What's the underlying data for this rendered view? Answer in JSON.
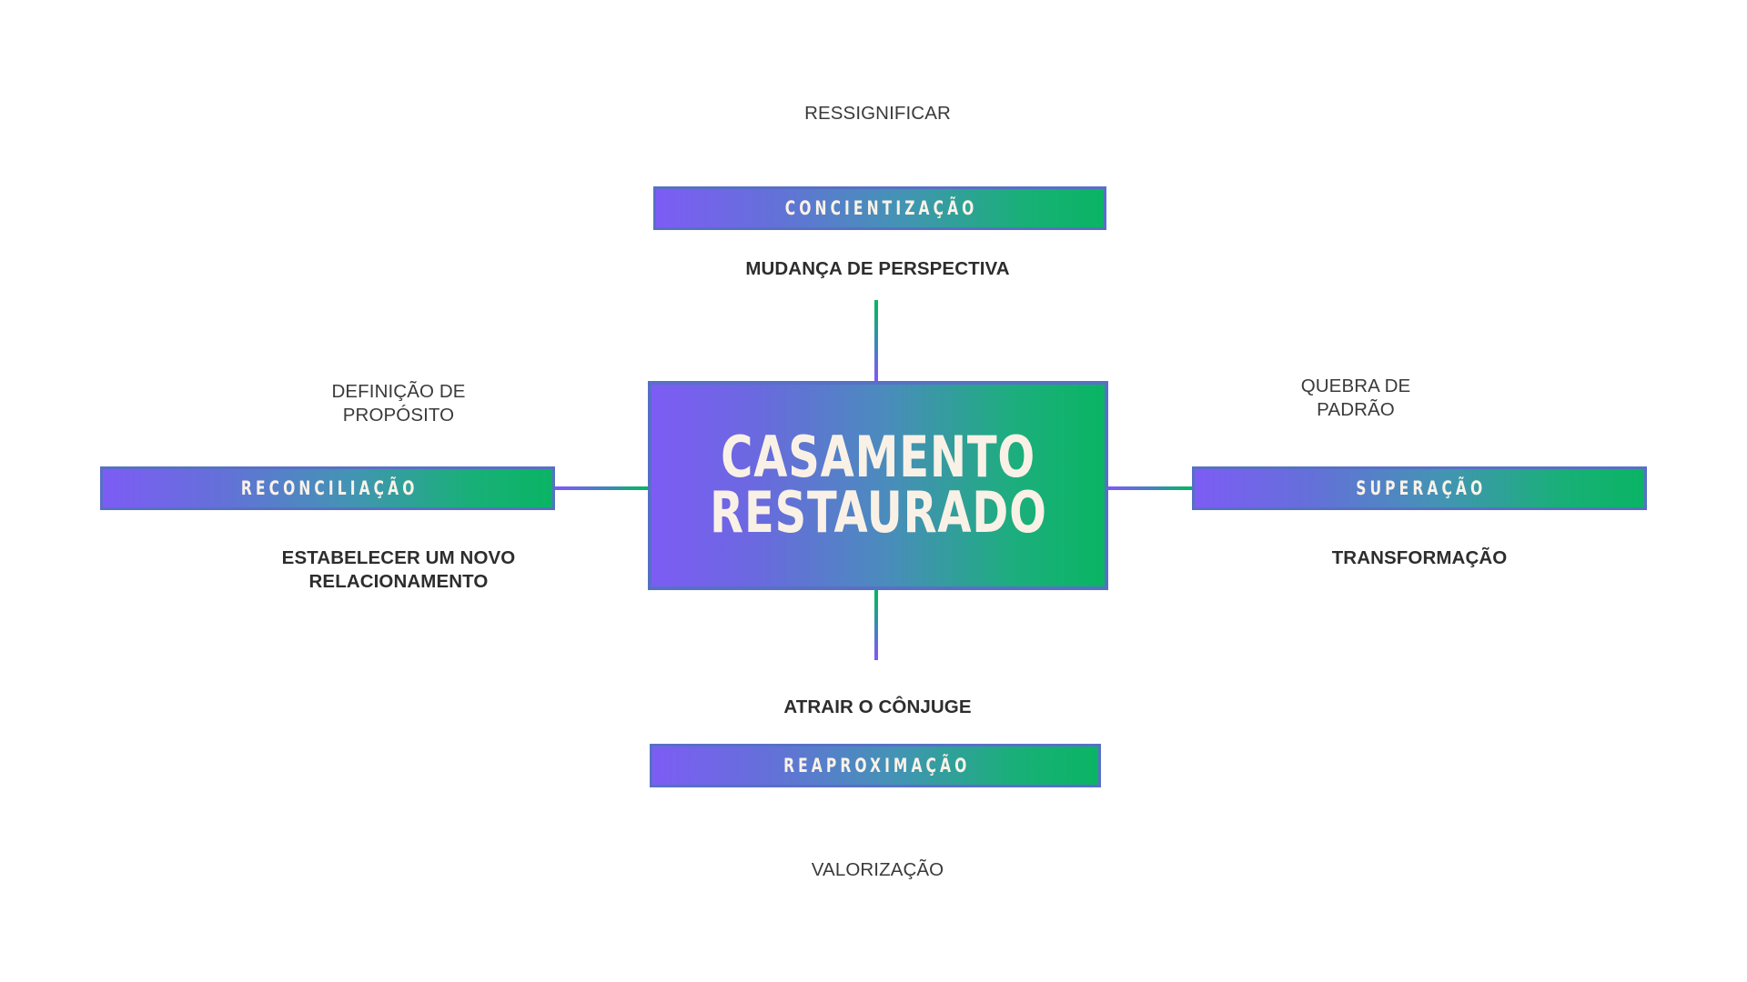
{
  "center": {
    "line1": "CASAMENTO",
    "line2": "RESTAURADO"
  },
  "colors": {
    "purple": "#7d5cf5",
    "green": "#0ab464",
    "border": "#5770c6",
    "bar_text": "#faf2e8",
    "label_bold": "#2d2d2d",
    "label_regular": "#3a3a3a",
    "background": "#ffffff"
  },
  "branches": {
    "top": {
      "outer_label": "RESSIGNIFICAR",
      "bar_label": "CONCIENTIZAÇÃO",
      "inner_label": "MUDANÇA DE PERSPECTIVA"
    },
    "left": {
      "outer_label": "DEFINIÇÃO DE\nPROPÓSITO",
      "bar_label": "RECONCILIAÇÃO",
      "inner_label": "ESTABELECER UM NOVO\nRELACIONAMENTO"
    },
    "right": {
      "outer_label": "QUEBRA DE\nPADRÃO",
      "bar_label": "SUPERAÇÃO",
      "inner_label": "TRANSFORMAÇÃO"
    },
    "bottom": {
      "outer_label": "VALORIZAÇÃO",
      "bar_label": "REAPROXIMAÇÃO",
      "inner_label": "ATRAIR O CÔNJUGE"
    }
  }
}
